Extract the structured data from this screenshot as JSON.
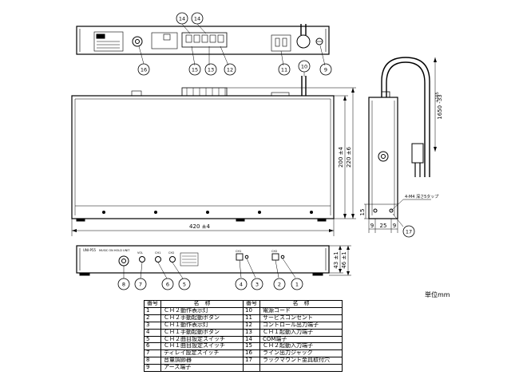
{
  "callouts": [
    "1",
    "2",
    "3",
    "4",
    "5",
    "6",
    "7",
    "8",
    "9",
    "10",
    "11",
    "12",
    "13",
    "14",
    "15",
    "16",
    "17"
  ],
  "dimensions": {
    "width": "420 ±4",
    "depth_200": "200 ±4",
    "depth_220": "220 ±6",
    "height_43": "43 ±1",
    "height_46": "46 ±1",
    "cord_length": "1650 -33",
    "cord_tol": "+165",
    "side_15": "15",
    "side_9a": "9",
    "side_25": "25",
    "side_9b": "9",
    "tap_note": "4-M4 深さ5タップ"
  },
  "panel_labels": {
    "front_header": "UNI-P55",
    "front_sub": "MUSIC ON HOLD UNIT",
    "front_vol": "VOL",
    "front_ch1": "CH1",
    "front_ch2": "CH2",
    "front_sw_ch1": "CH1",
    "front_sw_ch2": "CH2"
  },
  "table": {
    "header": {
      "num": "番号",
      "name": "名　称"
    },
    "rows": [
      {
        "left_num": "1",
        "left_name": "ＣＨ２動作表示灯",
        "right_num": "10",
        "right_name": "電源コード"
      },
      {
        "left_num": "2",
        "left_name": "ＣＨ２手動起動ボタン",
        "right_num": "11",
        "right_name": "サービスコンセント"
      },
      {
        "left_num": "3",
        "left_name": "ＣＨ１動作表示灯",
        "right_num": "12",
        "right_name": "コントロール出力端子"
      },
      {
        "left_num": "4",
        "left_name": "ＣＨ１手動起動ボタン",
        "right_num": "13",
        "right_name": "ＣＨ１起動入力端子"
      },
      {
        "left_num": "5",
        "left_name": "ＣＨ２曲目設定スイッチ",
        "right_num": "14",
        "right_name": "COM端子"
      },
      {
        "left_num": "6",
        "left_name": "ＣＨ１曲目設定スイッチ",
        "right_num": "15",
        "right_name": "ＣＨ２起動入力端子"
      },
      {
        "left_num": "7",
        "left_name": "ディレイ設定スイッチ",
        "right_num": "16",
        "right_name": "ライン出力ジャック"
      },
      {
        "left_num": "8",
        "left_name": "音量調節器",
        "right_num": "17",
        "right_name": "ラックマウント金具取付穴"
      },
      {
        "left_num": "9",
        "left_name": "アース端子",
        "right_num": "",
        "right_name": ""
      }
    ]
  },
  "unit_label": "単位mm"
}
